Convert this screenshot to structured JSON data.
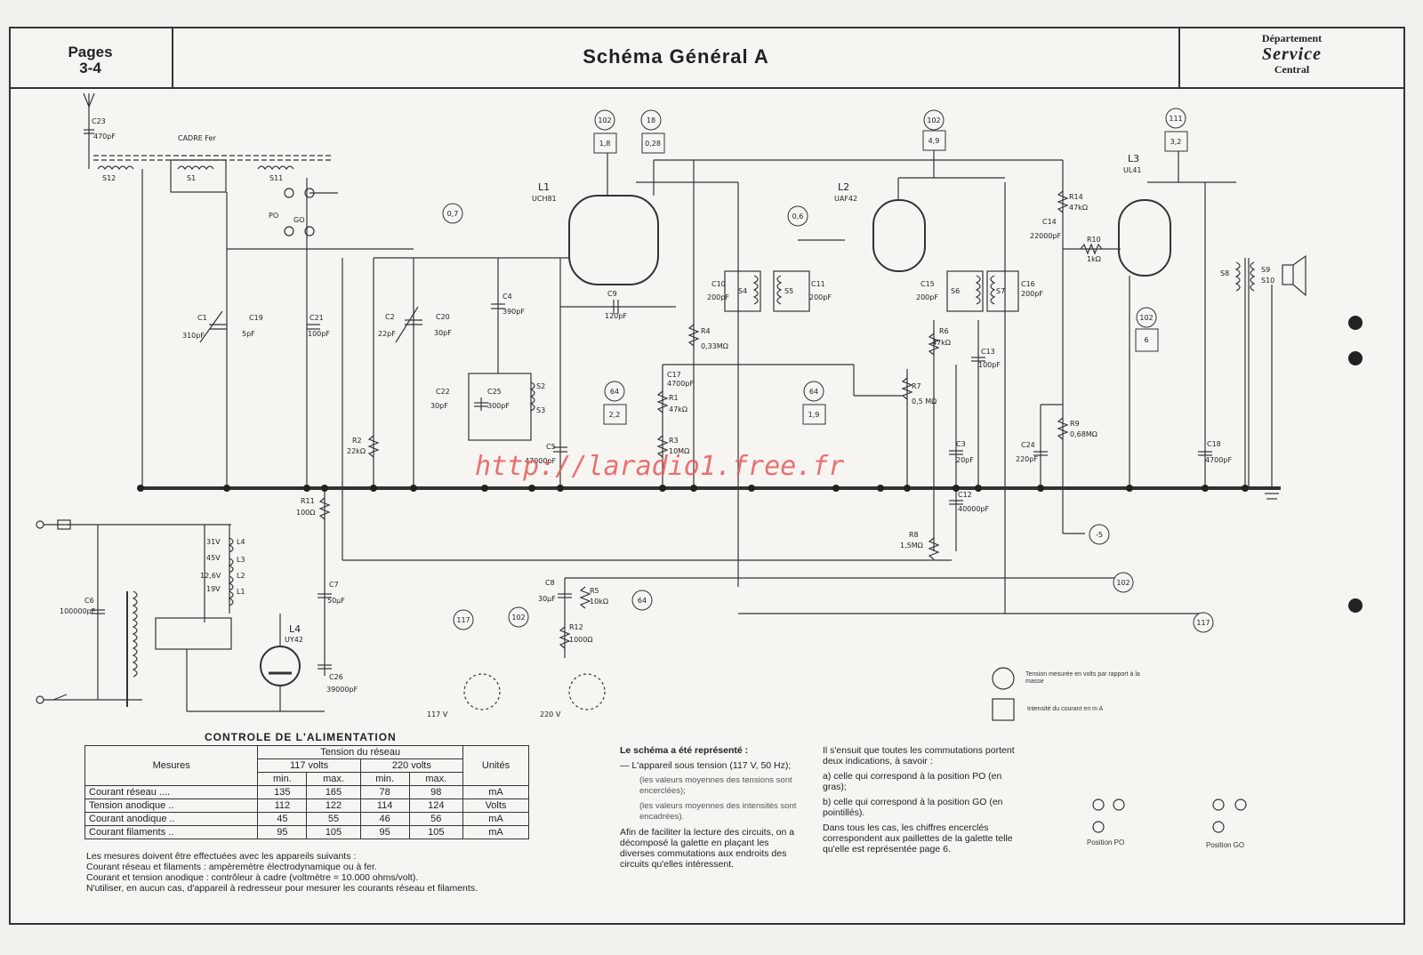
{
  "header": {
    "pages_label": "Pages",
    "pages_value": "3-4",
    "title": "Schéma Général A",
    "dept_line1": "Département",
    "dept_line2": "Service",
    "dept_line3": "Central"
  },
  "watermark": "http://laradio1.free.fr",
  "tubes": [
    {
      "id": "L1",
      "type": "UCH81"
    },
    {
      "id": "L2",
      "type": "UAF42"
    },
    {
      "id": "L3",
      "type": "UL41"
    },
    {
      "id": "L4",
      "type": "UY42"
    }
  ],
  "voltage_bubbles": [
    "102",
    "18",
    "102",
    "111",
    "0,7",
    "0,6",
    "64",
    "64",
    "-5",
    "102",
    "102",
    "117",
    "117",
    "102",
    "64"
  ],
  "current_boxes": [
    "1,8",
    "0,28",
    "4,9",
    "3,2",
    "2,2",
    "1,9",
    "6"
  ],
  "components": {
    "C23": "C23",
    "C23v": "470pF",
    "cadre": "CADRE Fer",
    "S12": "S12",
    "S1": "S1",
    "S11": "S11",
    "C1": "C1",
    "C1v": "310pF",
    "C19": "C19",
    "C19v": "5pF",
    "C21": "C21",
    "C21v": "100pF",
    "C2": "C2",
    "C2v": "22pF",
    "C20": "C20",
    "C20v": "30pF",
    "C4": "C4",
    "C4v": "390pF",
    "C9": "C9",
    "C9v": "120pF",
    "C22": "C22",
    "C22v": "30pF",
    "C25": "C25",
    "C25v": "300pF",
    "S2": "S2",
    "S3": "S3",
    "R2": "R2",
    "R2v": "22kΩ",
    "C5": "C5",
    "C5v": "47000pF",
    "R4": "R4",
    "R4v": "0,33MΩ",
    "C17": "C17",
    "C17v": "4700pF",
    "R1": "R1",
    "R1v": "47kΩ",
    "R3": "R3",
    "R3v": "10MΩ",
    "C10": "C10",
    "C10v": "200pF",
    "S4": "S4",
    "S5": "S5",
    "C11": "C11",
    "C11v": "200pF",
    "C15": "C15",
    "C15v": "200pF",
    "S6": "S6",
    "S7": "S7",
    "C16": "C16",
    "C16v": "200pF",
    "R6": "R6",
    "R6v": "47kΩ",
    "C13": "C13",
    "C13v": "100pF",
    "R7": "R7",
    "R7v": "0,5 MΩ",
    "C3": "C3",
    "C3v": "20pF",
    "C12": "C12",
    "C12v": "40000pF",
    "R8": "R8",
    "R8v": "1,5MΩ",
    "R14": "R14",
    "R14v": "47kΩ",
    "C14": "C14",
    "C14v": "22000pF",
    "R10": "R10",
    "R10v": "1kΩ",
    "R9": "R9",
    "R9v": "0,68MΩ",
    "C24": "C24",
    "C24v": "220pF",
    "C18": "C18",
    "C18v": "4700pF",
    "S8": "S8",
    "S9": "S9",
    "S10": "S10",
    "R11": "R11",
    "R11v": "100Ω",
    "C6": "C6",
    "C6v": "100000pF",
    "C7": "C7",
    "C7v": "50μF",
    "C26": "C26",
    "C26v": "39000pF",
    "C8": "C8",
    "C8v": "30μF",
    "R5": "R5",
    "R5v": "10kΩ",
    "R12": "R12",
    "R12v": "1000Ω",
    "L1f": "L1",
    "L2f": "L2",
    "L3f": "L3",
    "L4f": "L4",
    "v31": "31V",
    "v45": "45V",
    "v126": "12,6V",
    "v19": "19V",
    "v117": "117 V",
    "v220": "220 V",
    "PO": "PO",
    "GO": "GO"
  },
  "legend": {
    "circle": "Tension mesurée en volts par rapport à la masse",
    "square": "Intensité du courant en m A"
  },
  "positions": {
    "po": "Position PO",
    "go": "Position GO"
  },
  "control": {
    "title": "CONTROLE DE L'ALIMENTATION",
    "h_mesures": "Mesures",
    "h_tension": "Tension du réseau",
    "h_117": "117 volts",
    "h_220": "220 volts",
    "h_unites": "Unités",
    "h_min": "min.",
    "h_max": "max.",
    "rows": [
      {
        "label": "Courant réseau ....",
        "a": "135",
        "b": "165",
        "c": "78",
        "d": "98",
        "u": "mA"
      },
      {
        "label": "Tension anodique ..",
        "a": "112",
        "b": "122",
        "c": "114",
        "d": "124",
        "u": "Volts"
      },
      {
        "label": "Courant anodique ..",
        "a": "45",
        "b": "55",
        "c": "46",
        "d": "56",
        "u": "mA"
      },
      {
        "label": "Courant filaments ..",
        "a": "95",
        "b": "105",
        "c": "95",
        "d": "105",
        "u": "mA"
      }
    ],
    "notes": [
      "Les mesures doivent être effectuées avec les appareils suivants :",
      "Courant réseau et filaments : ampèremètre électrodynamique ou à fer.",
      "Courant et tension anodique : contrôleur à cadre (voltmètre = 10.000 ohms/volt).",
      "N'utiliser, en aucun cas, d'appareil à redresseur pour mesurer les courants réseau et filaments."
    ]
  },
  "text_col2": {
    "heading": "Le schéma a été représenté :",
    "item1": "— L'appareil sous tension (117 V, 50 Hz);",
    "sub1": "(les valeurs moyennes des tensions sont encerclées);",
    "sub2": "(les valeurs moyennes des intensités sont encadrées).",
    "para": "Afin de faciliter la lecture des circuits, on a décomposé la galette en plaçant les diverses commutations aux endroits des circuits qu'elles intéressent."
  },
  "text_col3": {
    "p1": "Il s'ensuit que toutes les commutations portent deux indications, à savoir :",
    "p2": "a) celle qui correspond à la position PO (en gras);",
    "p3": "b) celle qui correspond à la position GO (en pointillés).",
    "p4": "Dans tous les cas, les chiffres encerclés correspondent aux paillettes de la galette telle qu'elle est représentée page 6."
  }
}
